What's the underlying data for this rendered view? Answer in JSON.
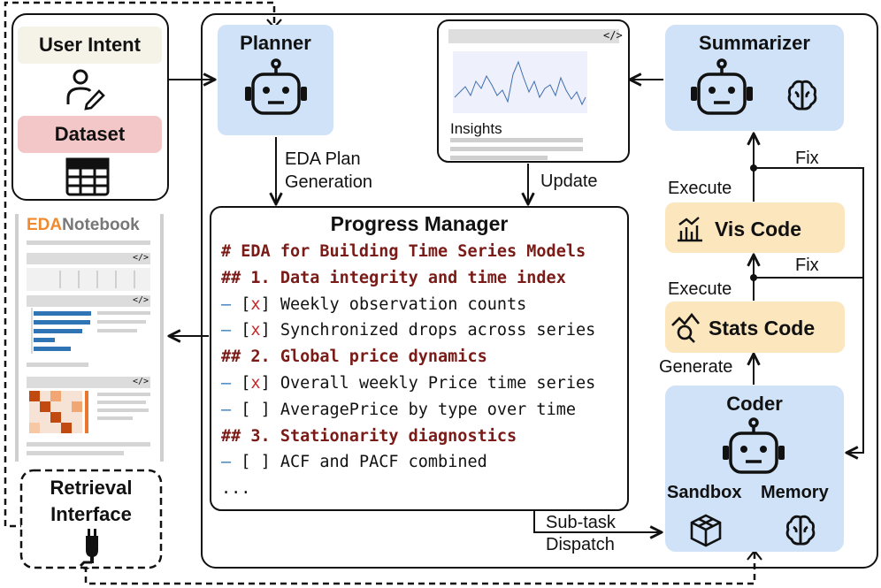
{
  "inputs": {
    "user_intent": "User Intent",
    "dataset": "Dataset"
  },
  "planner": {
    "title": "Planner"
  },
  "edges": {
    "plan": [
      "EDA Plan",
      "Generation"
    ],
    "update": "Update",
    "execute": "Execute",
    "fix": "Fix",
    "generate": "Generate",
    "dispatch": [
      "Sub-task",
      "Dispatch"
    ]
  },
  "insights": {
    "label": "Insights",
    "code_icon": "</>"
  },
  "summarizer": {
    "title": "Summarizer"
  },
  "progress_manager": {
    "title": "Progress Manager",
    "lines": [
      {
        "kind": "h1",
        "text": "# EDA for Building Time Series Models"
      },
      {
        "kind": "h2",
        "text": "## 1. Data integrity and time index"
      },
      {
        "kind": "task",
        "dash": "–",
        "mark": "x",
        "text": "Weekly observation counts"
      },
      {
        "kind": "task",
        "dash": "–",
        "mark": "x",
        "text": "Synchronized drops across series"
      },
      {
        "kind": "h2",
        "text": "## 2. Global price dynamics"
      },
      {
        "kind": "task",
        "dash": "–",
        "mark": "x",
        "text": "Overall weekly Price time series"
      },
      {
        "kind": "task",
        "dash": "–",
        "mark": " ",
        "text": "AveragePrice by type over time"
      },
      {
        "kind": "h2",
        "text": "## 3. Stationarity diagnostics"
      },
      {
        "kind": "task",
        "dash": "–",
        "mark": " ",
        "text": "ACF and PACF combined"
      },
      {
        "kind": "more",
        "text": "..."
      }
    ]
  },
  "vis_code": {
    "title": "Vis Code"
  },
  "stats_code": {
    "title": "Stats Code"
  },
  "coder": {
    "title": "Coder",
    "sandbox": "Sandbox",
    "memory": "Memory"
  },
  "notebook": {
    "brand_prefix": "EDA",
    "brand_suffix": "Notebook",
    "code_icon": "</>"
  },
  "retrieval": {
    "line1": "Retrieval",
    "line2": "Interface"
  },
  "colors": {
    "accent_blue": "#cfe2f7",
    "accent_amber": "#fbe6bd",
    "dataset_pink": "#f3c7c7",
    "intent_cream": "#f5f3e8",
    "heading_red": "#7a1b17",
    "brand_orange": "#f08a2e",
    "bar_blue": "#2f74b5"
  },
  "icons": [
    "user-edit-icon",
    "table-icon",
    "robot-icon",
    "brain-icon",
    "chart-bar-icon",
    "stats-search-icon",
    "cube-icon",
    "plug-icon",
    "code-icon"
  ]
}
